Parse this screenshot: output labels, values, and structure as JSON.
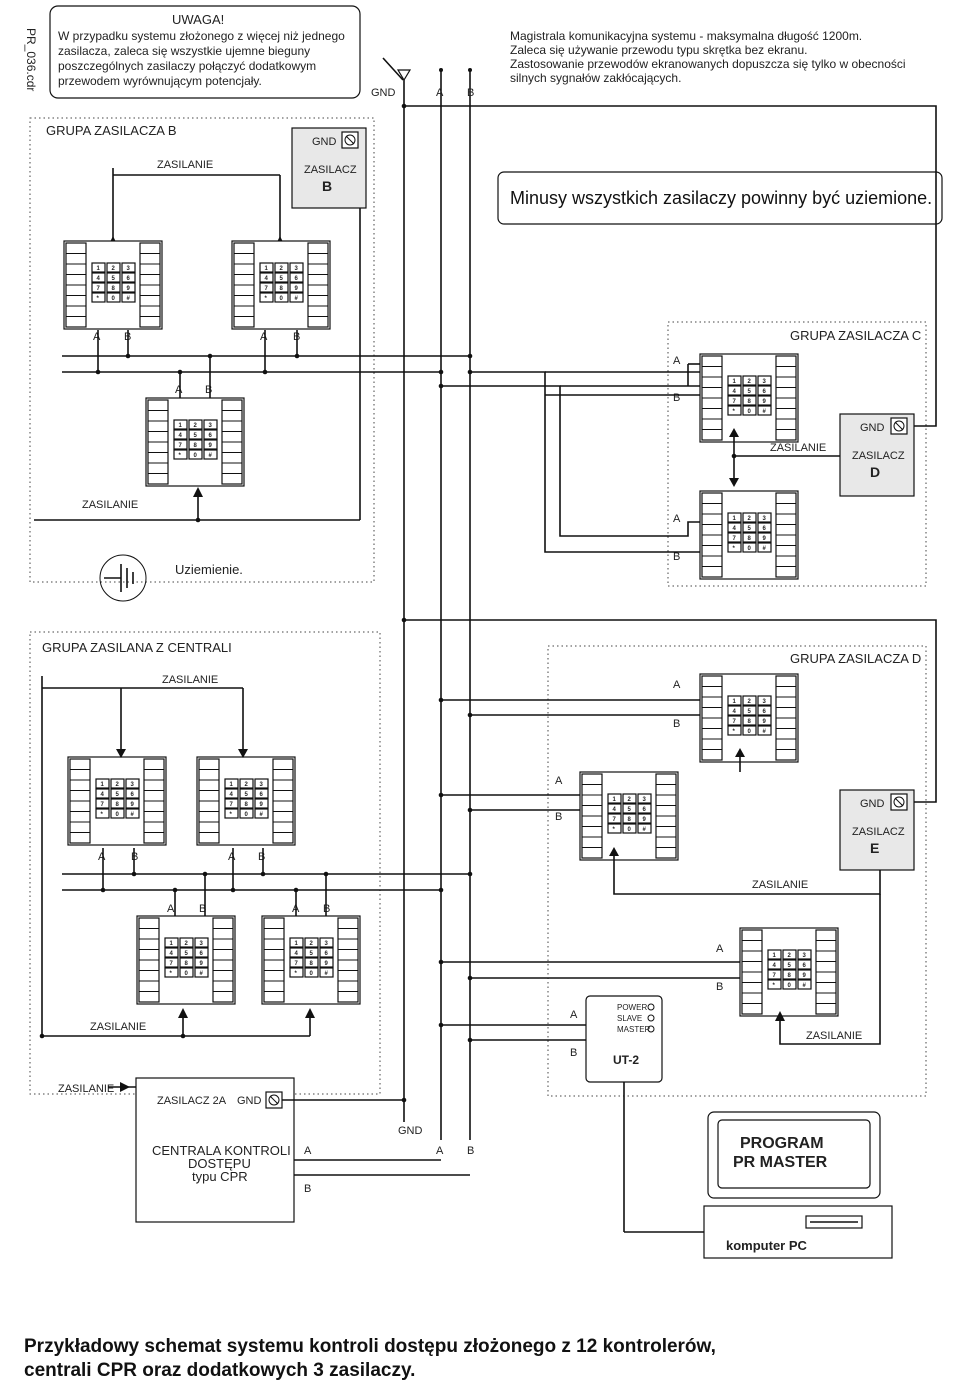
{
  "side_label": "PR_036.cdr",
  "warning": {
    "title": "UWAGA!",
    "lines": [
      "W przypadku systemu złożonego z więcej niż jednego",
      "zasilacza, zaleca się wszystkie ujemne bieguny",
      "poszczególnych zasilaczy połączyć dodatkowym",
      "przewodem wyrównującym potencjały."
    ]
  },
  "bus_note": [
    "Magistrala komunikacyjna systemu - maksymalna długość 1200m.",
    "Zaleca się używanie przewodu typu skrętka bez ekranu.",
    "Zastosowanie przewodów ekranowanych dopuszcza się tylko w obecności",
    "silnych sygnałów zakłócających."
  ],
  "bus_labels": {
    "gnd": "GND",
    "a": "A",
    "b": "B"
  },
  "minus_note": "Minusy wszystkich zasilaczy powinny być uziemione.",
  "ground_label": "Uziemienie.",
  "groups": {
    "b": "GRUPA ZASILACZA B",
    "c": "GRUPA ZASILACZA C",
    "central": "GRUPA ZASILANA Z CENTRALI",
    "d": "GRUPA ZASILACZA D"
  },
  "psu": {
    "gnd": "GND",
    "word": "ZASILACZ",
    "b": "B",
    "d": "D",
    "e": "E",
    "central": "ZASILACZ 2A"
  },
  "power_label": "ZASILANIE",
  "keypad_keys": [
    "1",
    "2",
    "3",
    "4",
    "5",
    "6",
    "7",
    "8",
    "9",
    "*",
    "0",
    "#"
  ],
  "terminal": {
    "a": "A",
    "b": "B"
  },
  "central": {
    "line1": "CENTRALA KONTROLI",
    "line2": "DOSTĘPU",
    "line3": "typu CPR"
  },
  "ut2": {
    "power": "POWER",
    "slave": "SLAVE",
    "master": "MASTER",
    "name": "UT-2"
  },
  "pc": {
    "line1": "PROGRAM",
    "line2": "PR MASTER",
    "caption": "komputer PC"
  },
  "caption": [
    "Przykładowy schemat systemu kontroli dostępu złożonego z 12 kontrolerów,",
    "centrali CPR oraz dodatkowych  3 zasilaczy."
  ]
}
